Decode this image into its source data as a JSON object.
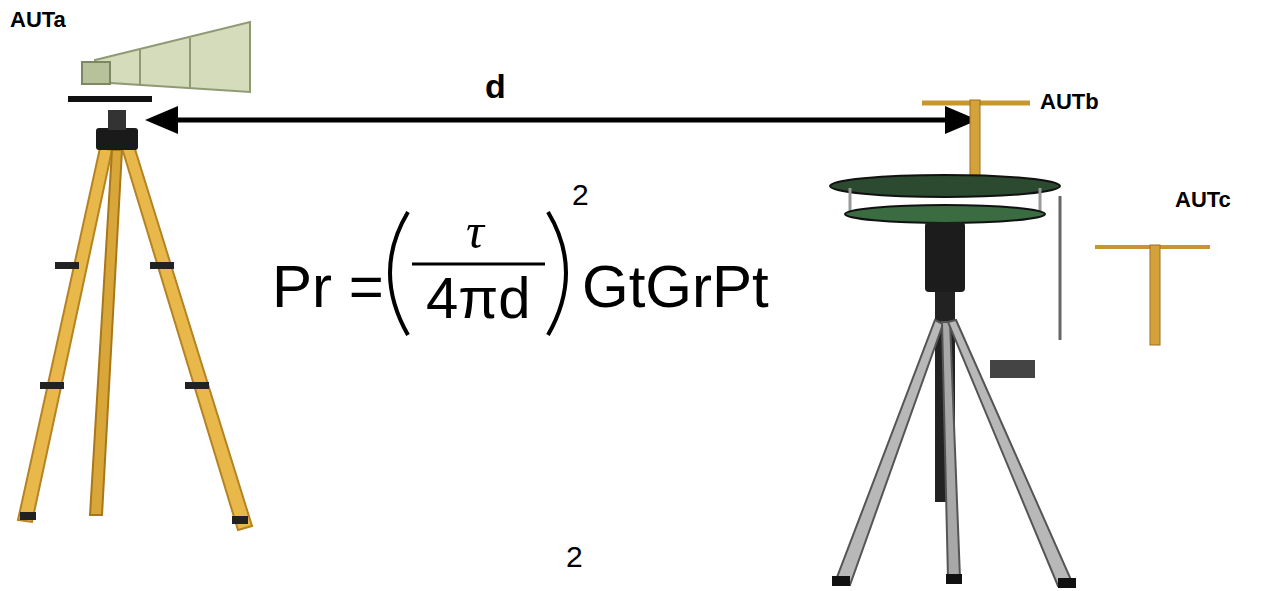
{
  "diagram": {
    "labels": [
      "AUTa",
      "d",
      "AUTb",
      "AUTc",
      "Pr =",
      "τ",
      "4πd",
      "2",
      "GtGrPt",
      "2"
    ]
  }
}
